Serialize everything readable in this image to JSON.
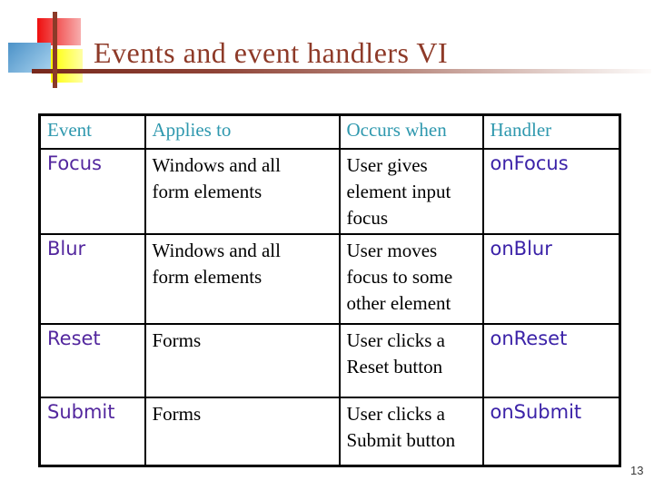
{
  "slide": {
    "title": "Events and event handlers VI",
    "page_number": "13"
  },
  "colors": {
    "title_text": "#8e3a28",
    "header_text": "#2e98ae",
    "event_text": "#53279e",
    "handler_text": "#3b22a8",
    "body_text": "#000000",
    "table_border": "#000000",
    "rule_gradient_start": "#77281c",
    "logo_red": "#ee0f0f",
    "logo_blue": "#4c92c8",
    "logo_yellow": "#ffff00"
  },
  "table": {
    "headers": [
      "Event",
      "Applies to",
      "Occurs when",
      "Handler"
    ],
    "rows": [
      {
        "event": "Focus",
        "applies_to": "Windows and all\nform elements",
        "occurs_when": "User gives\nelement input\nfocus",
        "handler": "onFocus"
      },
      {
        "event": "Blur",
        "applies_to": "Windows and all\nform elements",
        "occurs_when": "User moves\nfocus to some\nother element",
        "handler": "onBlur"
      },
      {
        "event": "Reset",
        "applies_to": "Forms",
        "occurs_when": "User clicks a\nReset button",
        "handler": "onReset"
      },
      {
        "event": "Submit",
        "applies_to": "Forms",
        "occurs_when": "User clicks a\nSubmit button",
        "handler": "onSubmit"
      }
    ]
  }
}
